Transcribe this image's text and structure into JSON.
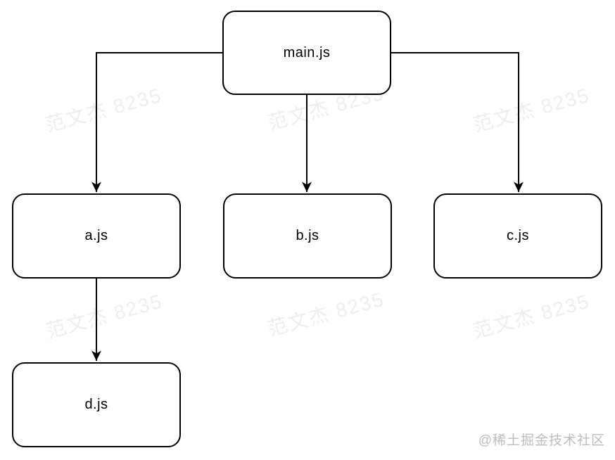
{
  "diagram": {
    "nodes": [
      {
        "id": "main",
        "label": "main.js"
      },
      {
        "id": "a",
        "label": "a.js"
      },
      {
        "id": "b",
        "label": "b.js"
      },
      {
        "id": "c",
        "label": "c.js"
      },
      {
        "id": "d",
        "label": "d.js"
      }
    ],
    "edges": [
      {
        "from": "main.js",
        "to": "a.js"
      },
      {
        "from": "main.js",
        "to": "b.js"
      },
      {
        "from": "main.js",
        "to": "c.js"
      },
      {
        "from": "a.js",
        "to": "d.js"
      }
    ]
  },
  "watermark": {
    "text": "范文杰 8235",
    "color": "#eeeeee"
  },
  "credit": {
    "text": "@稀土掘金技术社区",
    "color": "#bdbdbd"
  },
  "colors": {
    "background": "#ffffff",
    "node_fill": "#ffffff",
    "node_border": "#000000",
    "node_text": "#000000",
    "edge": "#000000"
  }
}
